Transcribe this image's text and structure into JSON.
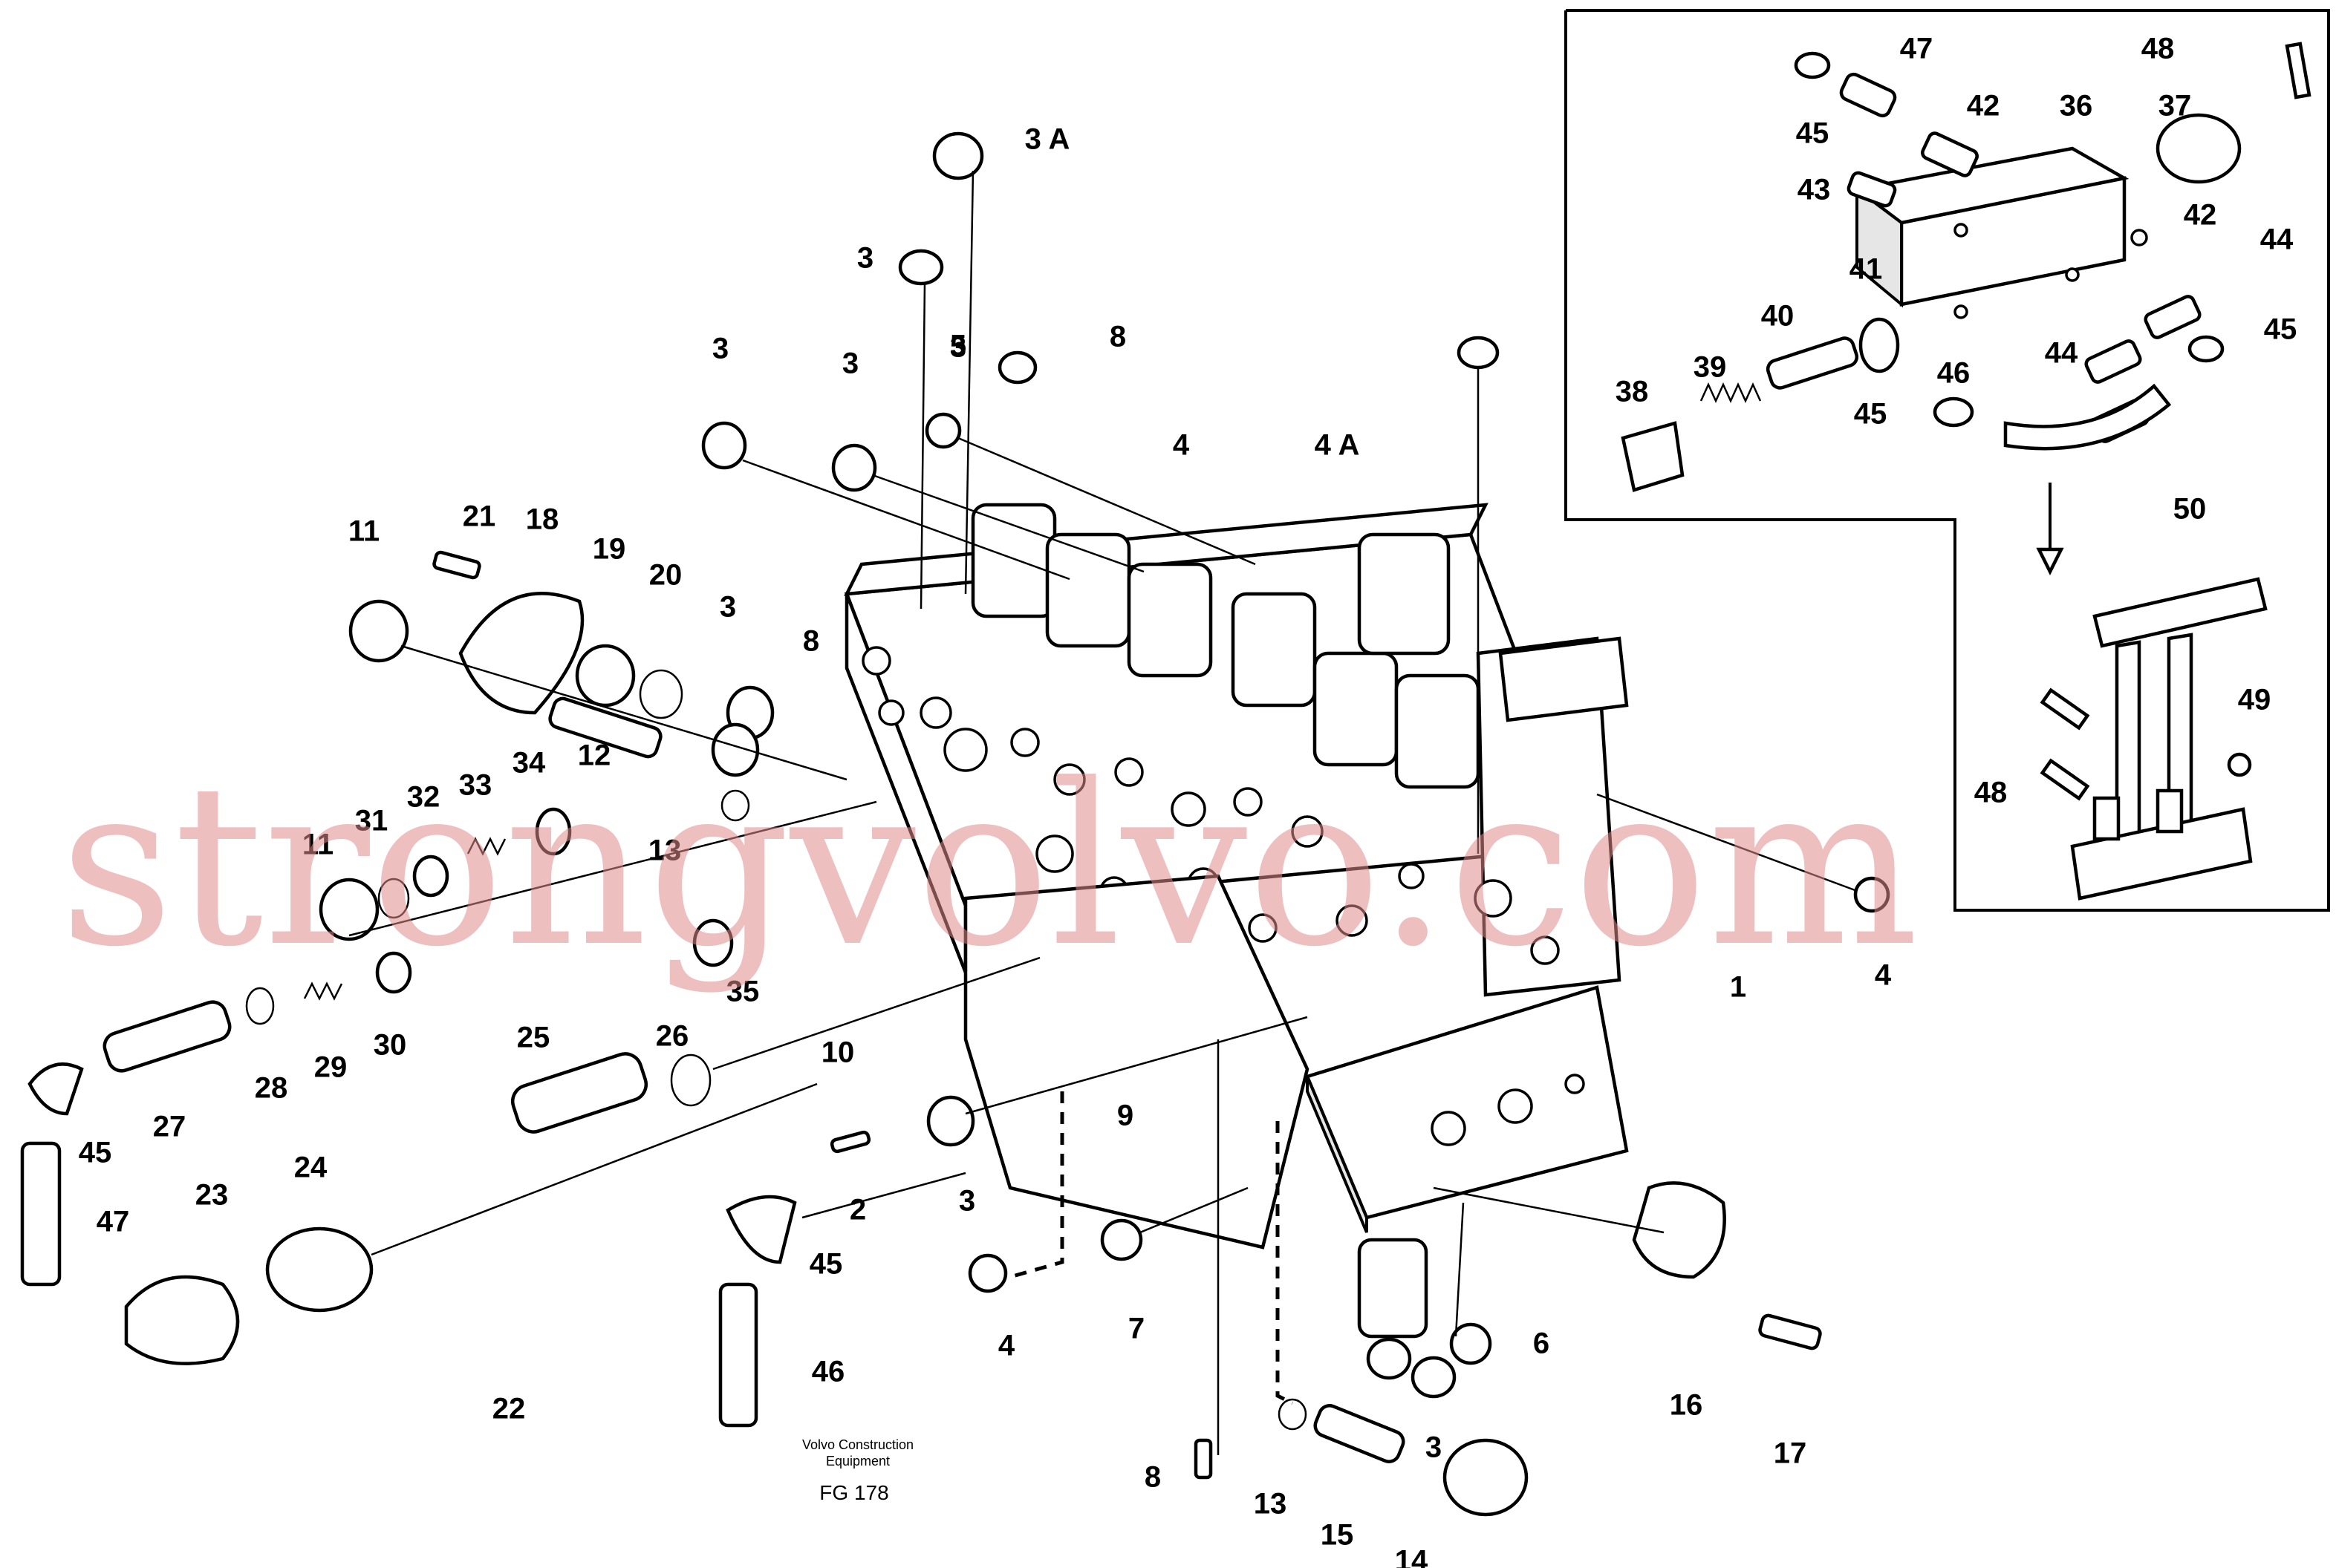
{
  "caption": {
    "company_line1": "Volvo Construction",
    "company_line2": "Equipment",
    "figure_code": "FG 178"
  },
  "watermark": "strongvolvo.com",
  "colors": {
    "ink": "#000000",
    "watermark": "#e08b8b",
    "background": "#ffffff"
  },
  "callouts": [
    {
      "text": "3 A"
    },
    {
      "text": "3"
    },
    {
      "text": "3"
    },
    {
      "text": "3"
    },
    {
      "text": "3"
    },
    {
      "text": "5"
    },
    {
      "text": "8"
    },
    {
      "text": "4"
    },
    {
      "text": "4 A"
    },
    {
      "text": "11"
    },
    {
      "text": "21"
    },
    {
      "text": "18"
    },
    {
      "text": "19"
    },
    {
      "text": "20"
    },
    {
      "text": "3"
    },
    {
      "text": "8"
    },
    {
      "text": "12"
    },
    {
      "text": "34"
    },
    {
      "text": "33"
    },
    {
      "text": "32"
    },
    {
      "text": "31"
    },
    {
      "text": "11"
    },
    {
      "text": "13"
    },
    {
      "text": "35"
    },
    {
      "text": "10"
    },
    {
      "text": "30"
    },
    {
      "text": "29"
    },
    {
      "text": "28"
    },
    {
      "text": "27"
    },
    {
      "text": "45"
    },
    {
      "text": "47"
    },
    {
      "text": "26"
    },
    {
      "text": "25"
    },
    {
      "text": "24"
    },
    {
      "text": "23"
    },
    {
      "text": "22"
    },
    {
      "text": "2"
    },
    {
      "text": "3"
    },
    {
      "text": "9"
    },
    {
      "text": "45"
    },
    {
      "text": "46"
    },
    {
      "text": "4"
    },
    {
      "text": "7"
    },
    {
      "text": "1"
    },
    {
      "text": "4"
    },
    {
      "text": "6"
    },
    {
      "text": "3"
    },
    {
      "text": "16"
    },
    {
      "text": "17"
    },
    {
      "text": "8"
    },
    {
      "text": "13"
    },
    {
      "text": "15"
    },
    {
      "text": "14"
    },
    {
      "text": "47"
    },
    {
      "text": "48"
    },
    {
      "text": "45"
    },
    {
      "text": "42"
    },
    {
      "text": "36"
    },
    {
      "text": "37"
    },
    {
      "text": "43"
    },
    {
      "text": "42"
    },
    {
      "text": "44"
    },
    {
      "text": "41"
    },
    {
      "text": "40"
    },
    {
      "text": "39"
    },
    {
      "text": "38"
    },
    {
      "text": "46"
    },
    {
      "text": "44"
    },
    {
      "text": "45"
    },
    {
      "text": "45"
    },
    {
      "text": "50"
    },
    {
      "text": "49"
    },
    {
      "text": "48"
    }
  ]
}
